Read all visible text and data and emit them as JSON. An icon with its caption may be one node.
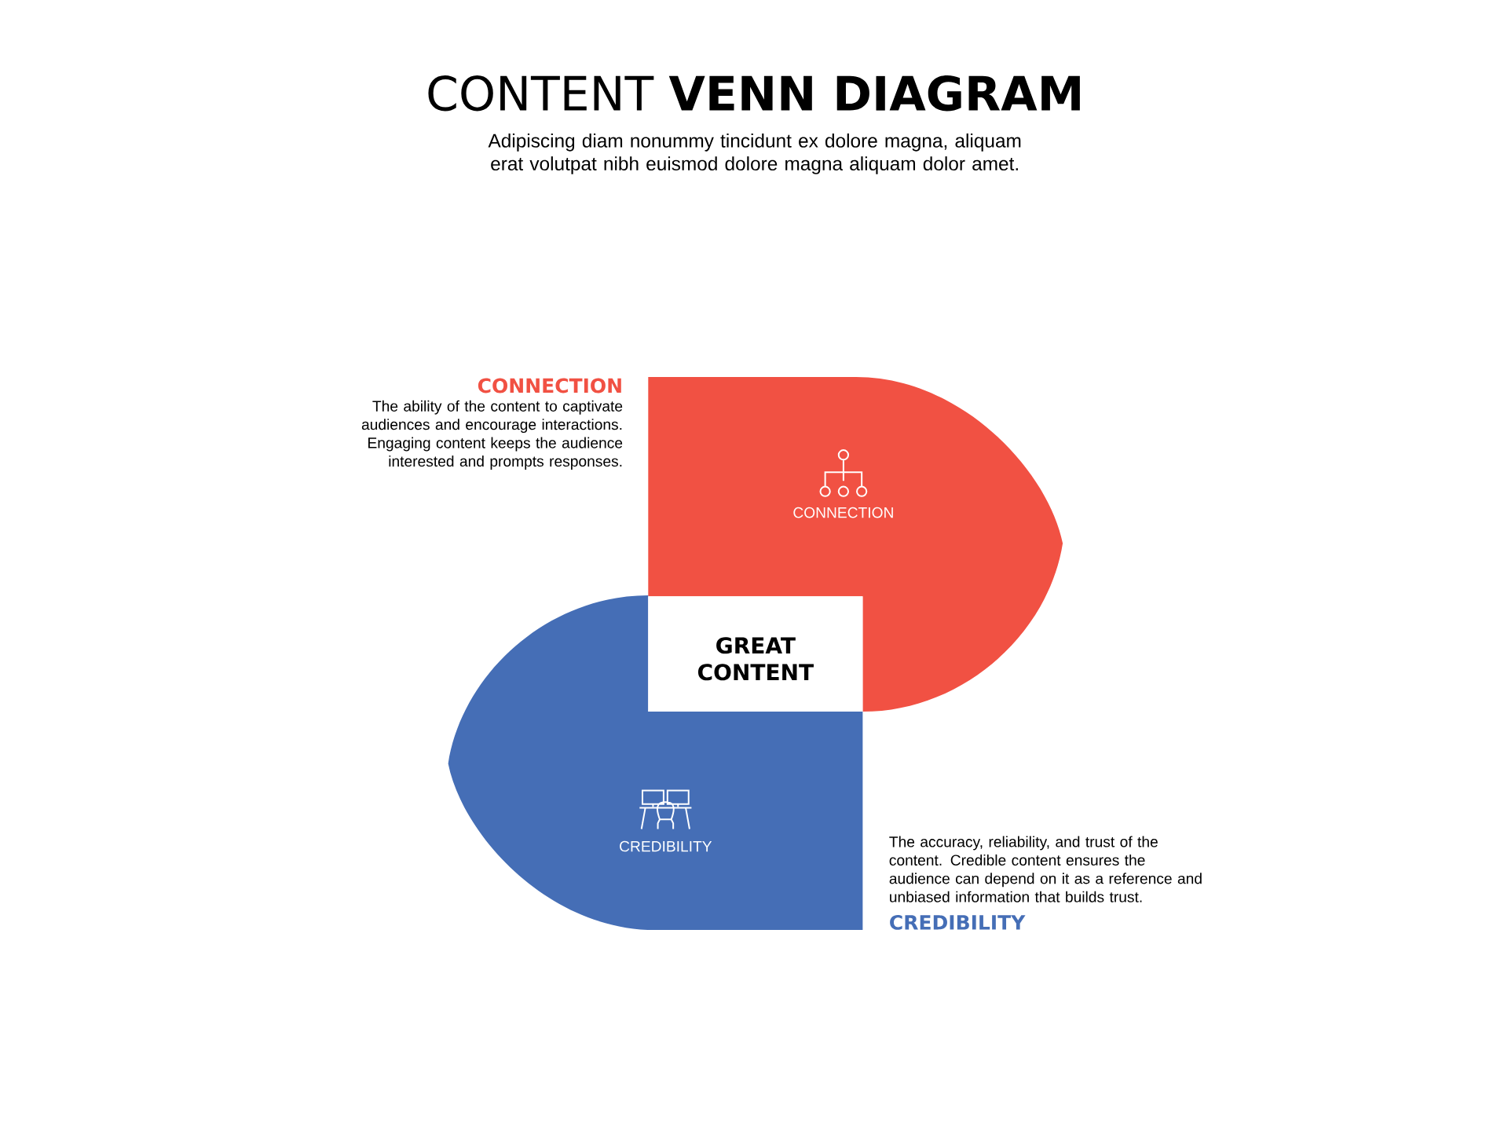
{
  "diagram": {
    "title": "CONTENT **VENN DIAGRAM**",
    "nodes": [
      {
        "text": [
          "CONNECTION"
        ],
        "beside": [
          "CONNECTION",
          "The ability of the content to captivate audiences and encourage interactions. Engaging content keeps the audience interested and prompts responses."
        ]
      },
      {
        "text": [
          "GREAT CONTENT"
        ]
      },
      {
        "text": [
          "CREDIBILITY"
        ],
        "beside": [
          "The accuracy, reliability, and trust of the content. Credible content ensures the audience can depend on it as a reference and unbiased information that builds trust.",
          "CREDIBILITY"
        ]
      }
    ],
    "edges": [],
    "labels": [
      "Adipiscing diam nonummy tincidunt ex dolore magna, aliquam erat volutpat nibh euismod dolore magna aliquam dolor amet."
    ]
  }
}
